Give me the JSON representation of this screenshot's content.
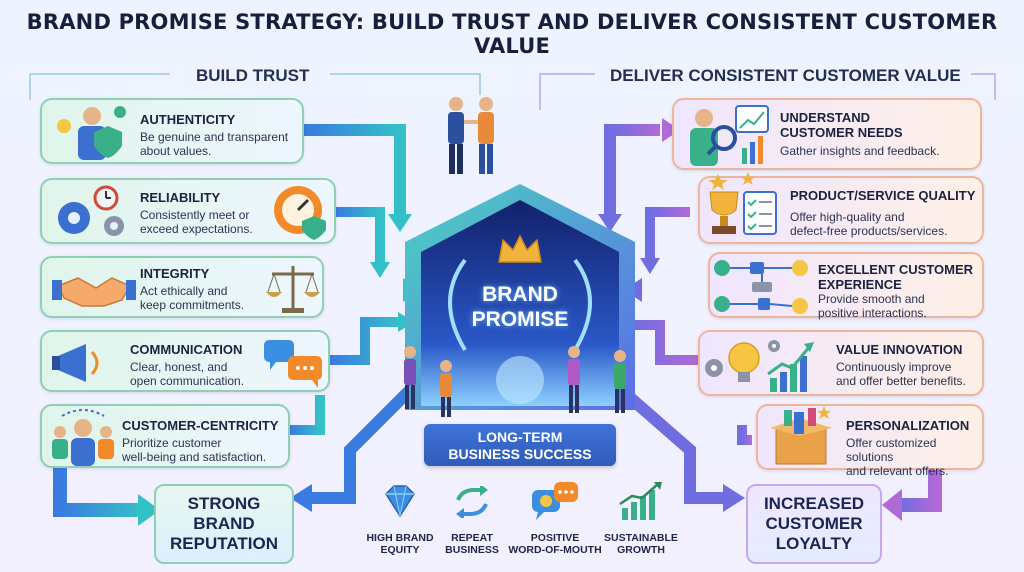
{
  "title": "BRAND PROMISE STRATEGY: BUILD TRUST AND DELIVER CONSISTENT CUSTOMER VALUE",
  "left_section": {
    "heading": "BUILD TRUST",
    "items": [
      {
        "title": "AUTHENTICITY",
        "desc": [
          "Be genuine and transparent",
          "about values."
        ]
      },
      {
        "title": "RELIABILITY",
        "desc": [
          "Consistently meet or",
          "exceed expectations."
        ]
      },
      {
        "title": "INTEGRITY",
        "desc": [
          "Act ethically and",
          "keep commitments."
        ]
      },
      {
        "title": "COMMUNICATION",
        "desc": [
          "Clear, honest, and",
          "open communication."
        ]
      },
      {
        "title": "CUSTOMER-CENTRICITY",
        "desc": [
          "Prioritize customer",
          "well-being and satisfaction."
        ]
      }
    ]
  },
  "right_section": {
    "heading": "DELIVER CONSISTENT CUSTOMER VALUE",
    "items": [
      {
        "title": [
          "UNDERSTAND",
          "CUSTOMER NEEDS"
        ],
        "desc": [
          "Gather insights and feedback."
        ]
      },
      {
        "title": [
          "PRODUCT/SERVICE QUALITY"
        ],
        "desc": [
          "Offer high-quality and",
          "defect-free products/services."
        ]
      },
      {
        "title": [
          "EXCELLENT CUSTOMER",
          "EXPERIENCE"
        ],
        "desc": [
          "Provide smooth and",
          "positive interactions."
        ]
      },
      {
        "title": [
          "VALUE INNOVATION"
        ],
        "desc": [
          "Continuously improve",
          "and offer better benefits."
        ]
      },
      {
        "title": [
          "PERSONALIZATION"
        ],
        "desc": [
          "Offer customized solutions",
          "and relevant offers."
        ]
      }
    ]
  },
  "center": {
    "brand_promise": [
      "BRAND",
      "PROMISE"
    ],
    "banner": [
      "LONG-TERM",
      "BUSINESS SUCCESS"
    ]
  },
  "outcomes": {
    "left": [
      "STRONG",
      "BRAND",
      "REPUTATION"
    ],
    "right": [
      "INCREASED",
      "CUSTOMER",
      "LOYALTY"
    ]
  },
  "metrics": [
    {
      "label": [
        "HIGH BRAND",
        "EQUITY"
      ],
      "icon": "diamond-icon"
    },
    {
      "label": [
        "REPEAT",
        "BUSINESS"
      ],
      "icon": "refresh-icon"
    },
    {
      "label": [
        "POSITIVE",
        "WORD-OF-MOUTH"
      ],
      "icon": "chat-icon"
    },
    {
      "label": [
        "SUSTAINABLE",
        "GROWTH"
      ],
      "icon": "growth-chart-icon"
    }
  ],
  "colors": {
    "left_accent": "#3bbf8f",
    "right_accent": "#8a5cd6",
    "arrow_blue": "#3a7be0",
    "hex_glow": "#5aa8ff",
    "gold": "#f2b33a"
  }
}
